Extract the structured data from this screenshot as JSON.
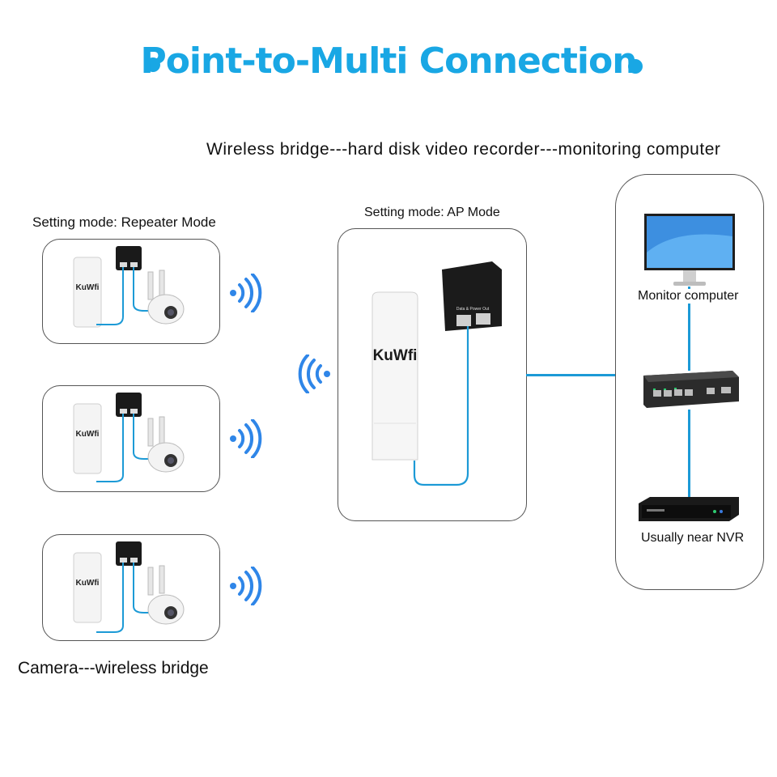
{
  "title": "Point-to-Multi Connection",
  "subtitle": "Wireless bridge---hard disk video recorder---monitoring computer",
  "repeater_panel": {
    "label": "Setting mode: Repeater Mode",
    "brand": "KuWfi"
  },
  "ap_panel": {
    "label": "Setting mode: AP Mode",
    "brand": "KuWfi",
    "poe_ports": "Data & Power Out"
  },
  "camera_caption": "Camera---wireless bridge",
  "network_panel": {
    "monitor_label": "Monitor computer",
    "nvr_label": "Usually near NVR"
  },
  "colors": {
    "accent": "#19a7e4",
    "cable": "#1c9ad6",
    "wifi": "#2f86e8"
  },
  "icons": [
    "wifi-signal-icon",
    "monitor-icon",
    "switch-icon",
    "nvr-icon",
    "camera-icon",
    "poe-injector-icon",
    "bridge-icon"
  ]
}
